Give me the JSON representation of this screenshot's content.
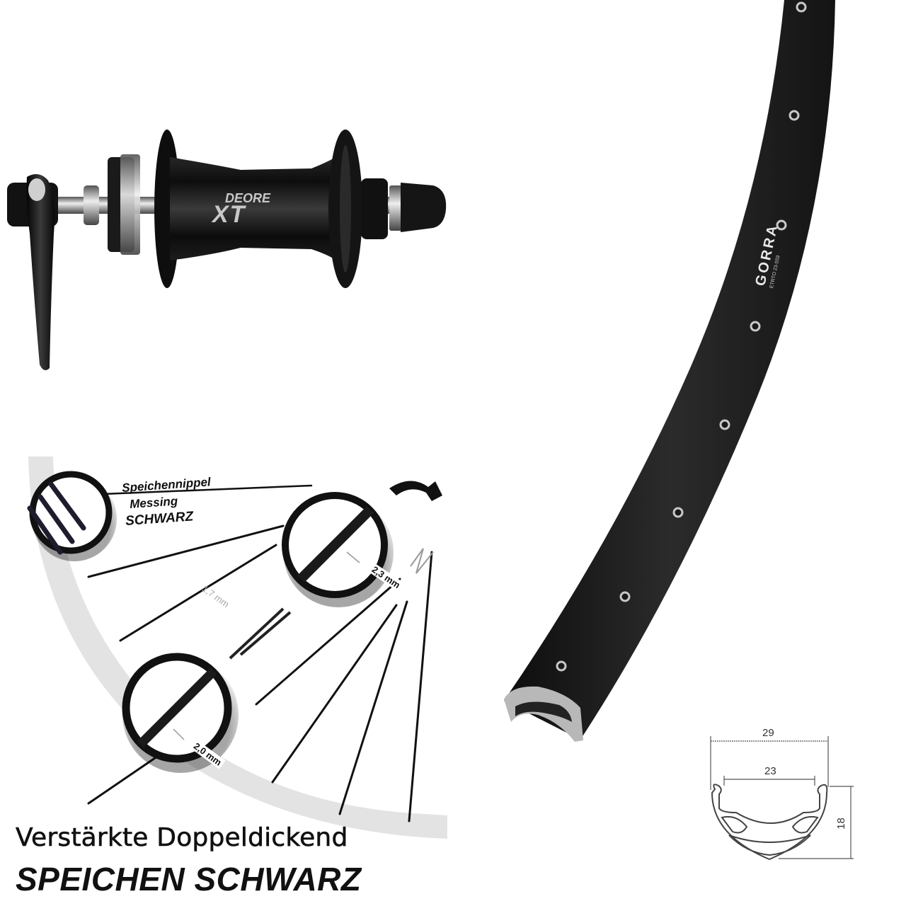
{
  "hub": {
    "brand_line1": "DEORE",
    "brand_line2": "XT",
    "body_color": "#111111",
    "highlight_color": "#bdbdbd"
  },
  "rim": {
    "label": "GORRA",
    "sublabel": "ETRTO 23-559",
    "color": "#1c1c1c",
    "eyelet_color": "#c8c8c8"
  },
  "spoke_diagram": {
    "nipple_callout": {
      "line1": "Speichennippel",
      "line2": "Messing",
      "line3": "SCHWARZ"
    },
    "dimensions": {
      "middle": "1,7 mm",
      "end_top": "2,3 mm",
      "end_bottom": "2,0 mm"
    }
  },
  "rim_profile": {
    "outer_width": "29",
    "inner_width": "23",
    "height": "18"
  },
  "caption": {
    "line1": "Verstärkte Doppeldickend",
    "line2": "SPEICHEN SCHWARZ"
  }
}
